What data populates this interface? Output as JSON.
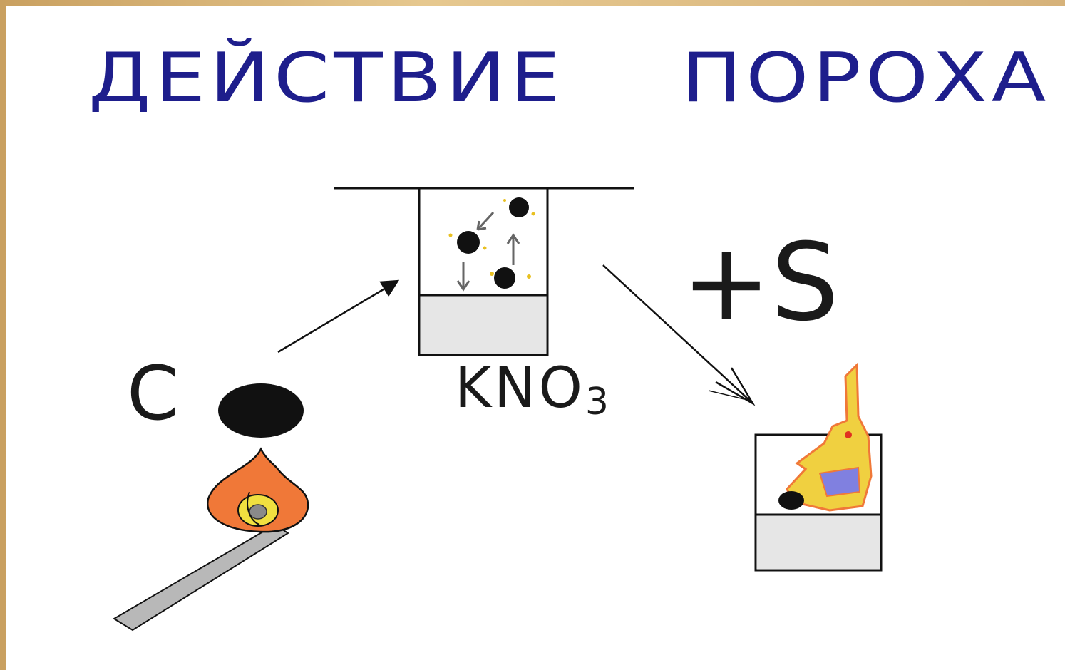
{
  "title": {
    "word1": "ДЕЙСТВИЕ",
    "word2": "ПОРОХА"
  },
  "labels": {
    "carbon": "C",
    "nitrate": "KNO",
    "nitrate_sub": "3",
    "sulfur": "+S"
  },
  "colors": {
    "title": "#1e1e8c",
    "flame_outer": "#f07838",
    "flame_inner": "#f0e040",
    "flame_core": "#8080e0",
    "match_stick": "#b8b8b8",
    "container_fill": "#e6e6e6",
    "frame": "#d9b878"
  }
}
